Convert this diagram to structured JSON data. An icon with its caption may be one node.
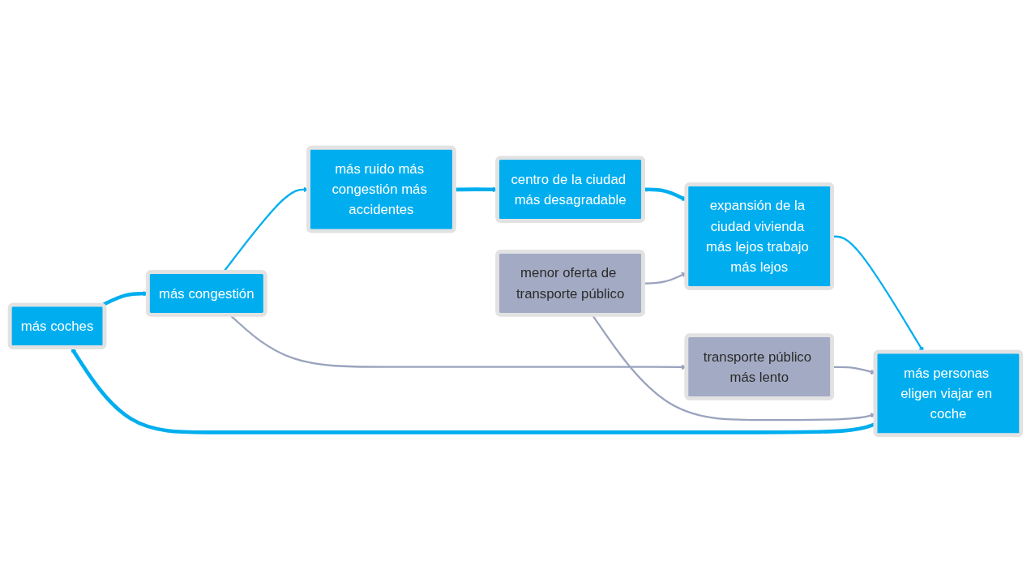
{
  "diagram": {
    "nodes": [
      {
        "text": [
          "más coches"
        ]
      },
      {
        "text": [
          "más congestión"
        ]
      },
      {
        "text": [
          "más ruido más congestión más accidentes"
        ]
      },
      {
        "text": [
          "centro de la ciudad más desagradable"
        ]
      },
      {
        "text": [
          "expansión de la ciudad vivienda más lejos trabajo más lejos"
        ]
      },
      {
        "text": [
          "más personas eligen viajar en coche"
        ]
      },
      {
        "text": [
          "transporte público más lento"
        ]
      },
      {
        "text": [
          "menor oferta de transporte público"
        ]
      }
    ],
    "edges": [
      {
        "from": 0,
        "to": 1,
        "arrow": "to",
        "style": "thick"
      },
      {
        "from": 1,
        "to": 2,
        "arrow": "to"
      },
      {
        "from": 2,
        "to": 3,
        "arrow": "to",
        "style": "thick"
      },
      {
        "from": 3,
        "to": 4,
        "arrow": "to",
        "style": "thick"
      },
      {
        "from": 4,
        "to": 5,
        "arrow": "to"
      },
      {
        "from": 5,
        "to": 0,
        "arrow": "to",
        "style": "thick"
      },
      {
        "from": 1,
        "to": 6,
        "arrow": "to",
        "color": "#9aa3bd"
      },
      {
        "from": 6,
        "to": 5,
        "arrow": "to",
        "color": "#9aa3bd"
      },
      {
        "from": 7,
        "to": 5,
        "arrow": "to",
        "color": "#9aa3bd"
      },
      {
        "from": 7,
        "to": 4,
        "arrow": "to",
        "color": "#9aa3bd"
      }
    ]
  }
}
